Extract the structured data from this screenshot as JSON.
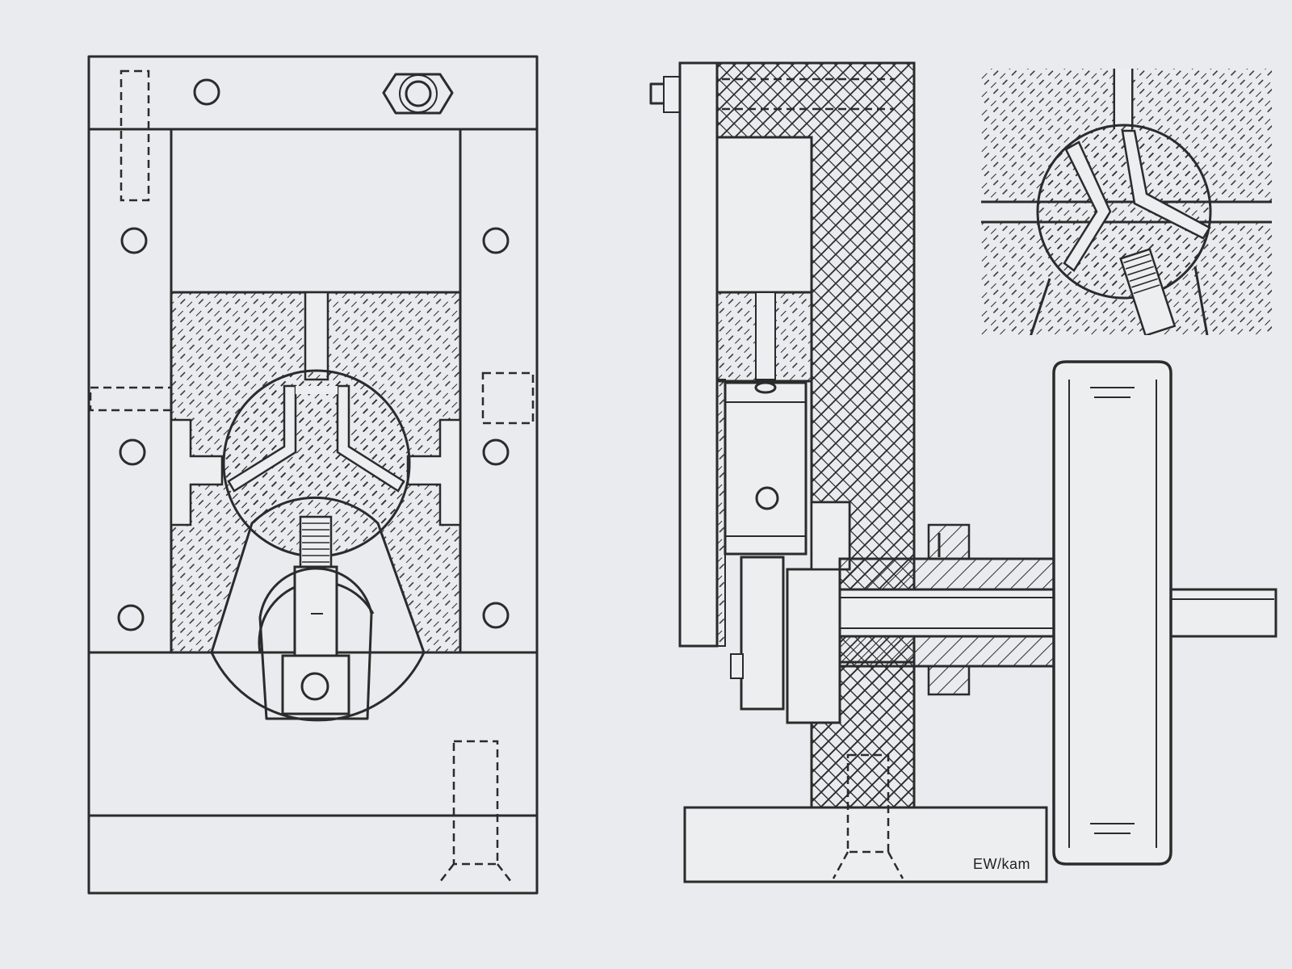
{
  "drawing": {
    "views": [
      "front-section",
      "side-section",
      "detail-chuck",
      "handwheel"
    ],
    "signature": "EW/kam",
    "colors": {
      "paper": "#e9ebee",
      "ink": "#2b2b2b"
    }
  }
}
